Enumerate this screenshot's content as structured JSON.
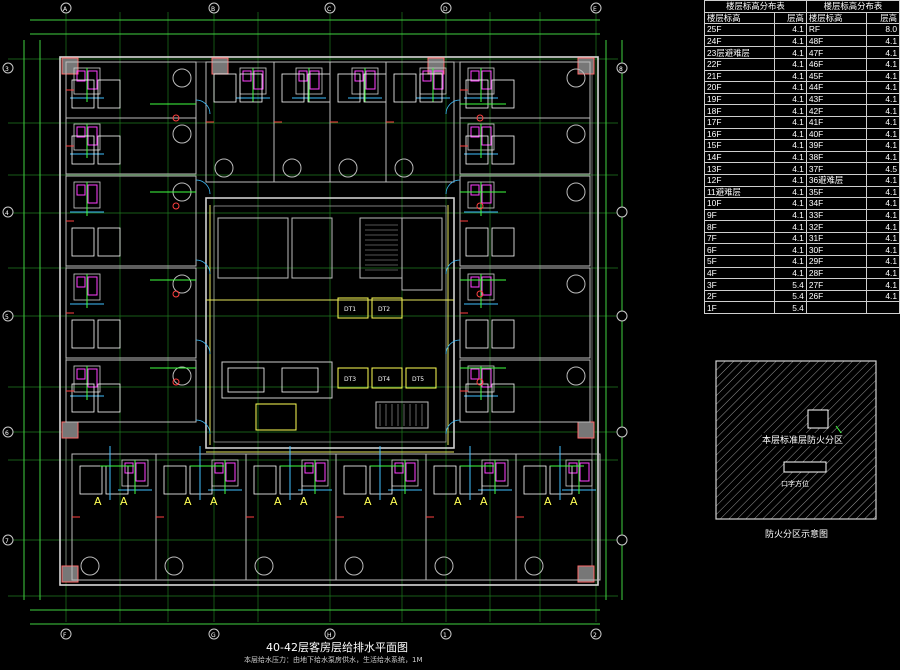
{
  "drawing": {
    "title": "40-42层客房层给排水平面图",
    "note": "本层给水压力：由地下给水泵房供水，生活给水系统，1M"
  },
  "legend_box": {
    "label": "本层标准层防火分区",
    "caption": "防火分区示意图",
    "sub_label": "口字方位"
  },
  "floor_table": {
    "headers": [
      "楼层标高",
      "层高",
      "楼层标高",
      "层高"
    ],
    "header_group": [
      "楼层标高分布表",
      "楼层标高分布表"
    ],
    "left": [
      {
        "floor": "25F",
        "h": "4.1"
      },
      {
        "floor": "24F",
        "h": "4.1"
      },
      {
        "floor": "23层避难层",
        "h": "4.1"
      },
      {
        "floor": "22F",
        "h": "4.1"
      },
      {
        "floor": "21F",
        "h": "4.1"
      },
      {
        "floor": "20F",
        "h": "4.1"
      },
      {
        "floor": "19F",
        "h": "4.1"
      },
      {
        "floor": "18F",
        "h": "4.1"
      },
      {
        "floor": "17F",
        "h": "4.1"
      },
      {
        "floor": "16F",
        "h": "4.1"
      },
      {
        "floor": "15F",
        "h": "4.1"
      },
      {
        "floor": "14F",
        "h": "4.1"
      },
      {
        "floor": "13F",
        "h": "4.1"
      },
      {
        "floor": "12F",
        "h": "4.1"
      },
      {
        "floor": "11避难层",
        "h": "4.1"
      },
      {
        "floor": "10F",
        "h": "4.1"
      },
      {
        "floor": "9F",
        "h": "4.1"
      },
      {
        "floor": "8F",
        "h": "4.1"
      },
      {
        "floor": "7F",
        "h": "4.1"
      },
      {
        "floor": "6F",
        "h": "4.1"
      },
      {
        "floor": "5F",
        "h": "4.1"
      },
      {
        "floor": "4F",
        "h": "4.1"
      },
      {
        "floor": "3F",
        "h": "5.4"
      },
      {
        "floor": "2F",
        "h": "5.4"
      },
      {
        "floor": "1F",
        "h": "5.4"
      }
    ],
    "right": [
      {
        "floor": "RF",
        "h": "8.0"
      },
      {
        "floor": "48F",
        "h": "4.1"
      },
      {
        "floor": "47F",
        "h": "4.1"
      },
      {
        "floor": "46F",
        "h": "4.1"
      },
      {
        "floor": "45F",
        "h": "4.1"
      },
      {
        "floor": "44F",
        "h": "4.1"
      },
      {
        "floor": "43F",
        "h": "4.1"
      },
      {
        "floor": "42F",
        "h": "4.1"
      },
      {
        "floor": "41F",
        "h": "4.1"
      },
      {
        "floor": "40F",
        "h": "4.1"
      },
      {
        "floor": "39F",
        "h": "4.1"
      },
      {
        "floor": "38F",
        "h": "4.1"
      },
      {
        "floor": "37F",
        "h": "4.5"
      },
      {
        "floor": "36避难层",
        "h": "4.1"
      },
      {
        "floor": "35F",
        "h": "4.1"
      },
      {
        "floor": "34F",
        "h": "4.1"
      },
      {
        "floor": "33F",
        "h": "4.1"
      },
      {
        "floor": "32F",
        "h": "4.1"
      },
      {
        "floor": "31F",
        "h": "4.1"
      },
      {
        "floor": "30F",
        "h": "4.1"
      },
      {
        "floor": "29F",
        "h": "4.1"
      },
      {
        "floor": "28F",
        "h": "4.1"
      },
      {
        "floor": "27F",
        "h": "4.1"
      },
      {
        "floor": "26F",
        "h": "4.1"
      }
    ]
  },
  "core_labels": [
    "DT1",
    "DT2",
    "DT3",
    "DT4",
    "DT5"
  ],
  "axis_labels": [
    "A",
    "B",
    "C",
    "D",
    "E",
    "F",
    "G",
    "H",
    "1",
    "2",
    "3",
    "4",
    "5",
    "6",
    "7",
    "8"
  ]
}
